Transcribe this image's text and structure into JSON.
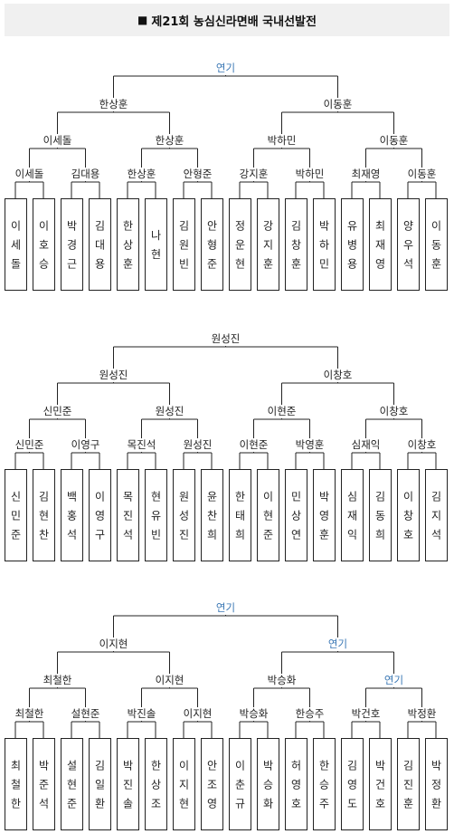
{
  "title": "제21회 농심신라면배 국내선발전",
  "title_icon": "black-square-icon",
  "colors": {
    "line": "#222222",
    "blue": "#3b78b5",
    "title_bg": "#f0f0f0"
  },
  "brackets": [
    {
      "root": {
        "label": "연기",
        "blue": true
      },
      "semis": [
        {
          "label": "한상훈",
          "blue": false
        },
        {
          "label": "이동훈",
          "blue": false
        }
      ],
      "quarters": [
        {
          "label": "이세돌",
          "blue": false
        },
        {
          "label": "한상훈",
          "blue": false
        },
        {
          "label": "박하민",
          "blue": false
        },
        {
          "label": "이동훈",
          "blue": false
        }
      ],
      "firsts": [
        {
          "label": "이세돌",
          "blue": false
        },
        {
          "label": "김대용",
          "blue": false
        },
        {
          "label": "한상훈",
          "blue": false
        },
        {
          "label": "안형준",
          "blue": false
        },
        {
          "label": "강지훈",
          "blue": false
        },
        {
          "label": "박하민",
          "blue": false
        },
        {
          "label": "최재영",
          "blue": false
        },
        {
          "label": "이동훈",
          "blue": false
        }
      ],
      "players": [
        "이세돌",
        "이호승",
        "박경근",
        "김대용",
        "한상훈",
        "나현",
        "김원빈",
        "안형준",
        "정운현",
        "강지훈",
        "김창훈",
        "박하민",
        "유병용",
        "최재영",
        "양우석",
        "이동훈"
      ]
    },
    {
      "root": {
        "label": "원성진",
        "blue": false
      },
      "semis": [
        {
          "label": "원성진",
          "blue": false
        },
        {
          "label": "이창호",
          "blue": false
        }
      ],
      "quarters": [
        {
          "label": "신민준",
          "blue": false
        },
        {
          "label": "원성진",
          "blue": false
        },
        {
          "label": "이현준",
          "blue": false
        },
        {
          "label": "이창호",
          "blue": false
        }
      ],
      "firsts": [
        {
          "label": "신민준",
          "blue": false
        },
        {
          "label": "이영구",
          "blue": false
        },
        {
          "label": "목진석",
          "blue": false
        },
        {
          "label": "원성진",
          "blue": false
        },
        {
          "label": "이현준",
          "blue": false
        },
        {
          "label": "박영훈",
          "blue": false
        },
        {
          "label": "심재익",
          "blue": false
        },
        {
          "label": "이창호",
          "blue": false
        }
      ],
      "players": [
        "신민준",
        "김현찬",
        "백홍석",
        "이영구",
        "목진석",
        "현유빈",
        "원성진",
        "윤찬희",
        "한태희",
        "이현준",
        "민상연",
        "박영훈",
        "심재익",
        "김동희",
        "이창호",
        "김지석"
      ]
    },
    {
      "root": {
        "label": "연기",
        "blue": true
      },
      "semis": [
        {
          "label": "이지현",
          "blue": false
        },
        {
          "label": "연기",
          "blue": true
        }
      ],
      "quarters": [
        {
          "label": "최철한",
          "blue": false
        },
        {
          "label": "이지현",
          "blue": false
        },
        {
          "label": "박승화",
          "blue": false
        },
        {
          "label": "연기",
          "blue": true
        }
      ],
      "firsts": [
        {
          "label": "최철한",
          "blue": false
        },
        {
          "label": "설현준",
          "blue": false
        },
        {
          "label": "박진솔",
          "blue": false
        },
        {
          "label": "이지현",
          "blue": false
        },
        {
          "label": "박승화",
          "blue": false
        },
        {
          "label": "한승주",
          "blue": false
        },
        {
          "label": "박건호",
          "blue": false
        },
        {
          "label": "박정환",
          "blue": false
        }
      ],
      "players": [
        "최철한",
        "박준석",
        "설현준",
        "김일환",
        "박진솔",
        "한상조",
        "이지현",
        "안조영",
        "이춘규",
        "박승화",
        "허영호",
        "한승주",
        "김영도",
        "박건호",
        "김진훈",
        "박정환"
      ]
    }
  ]
}
